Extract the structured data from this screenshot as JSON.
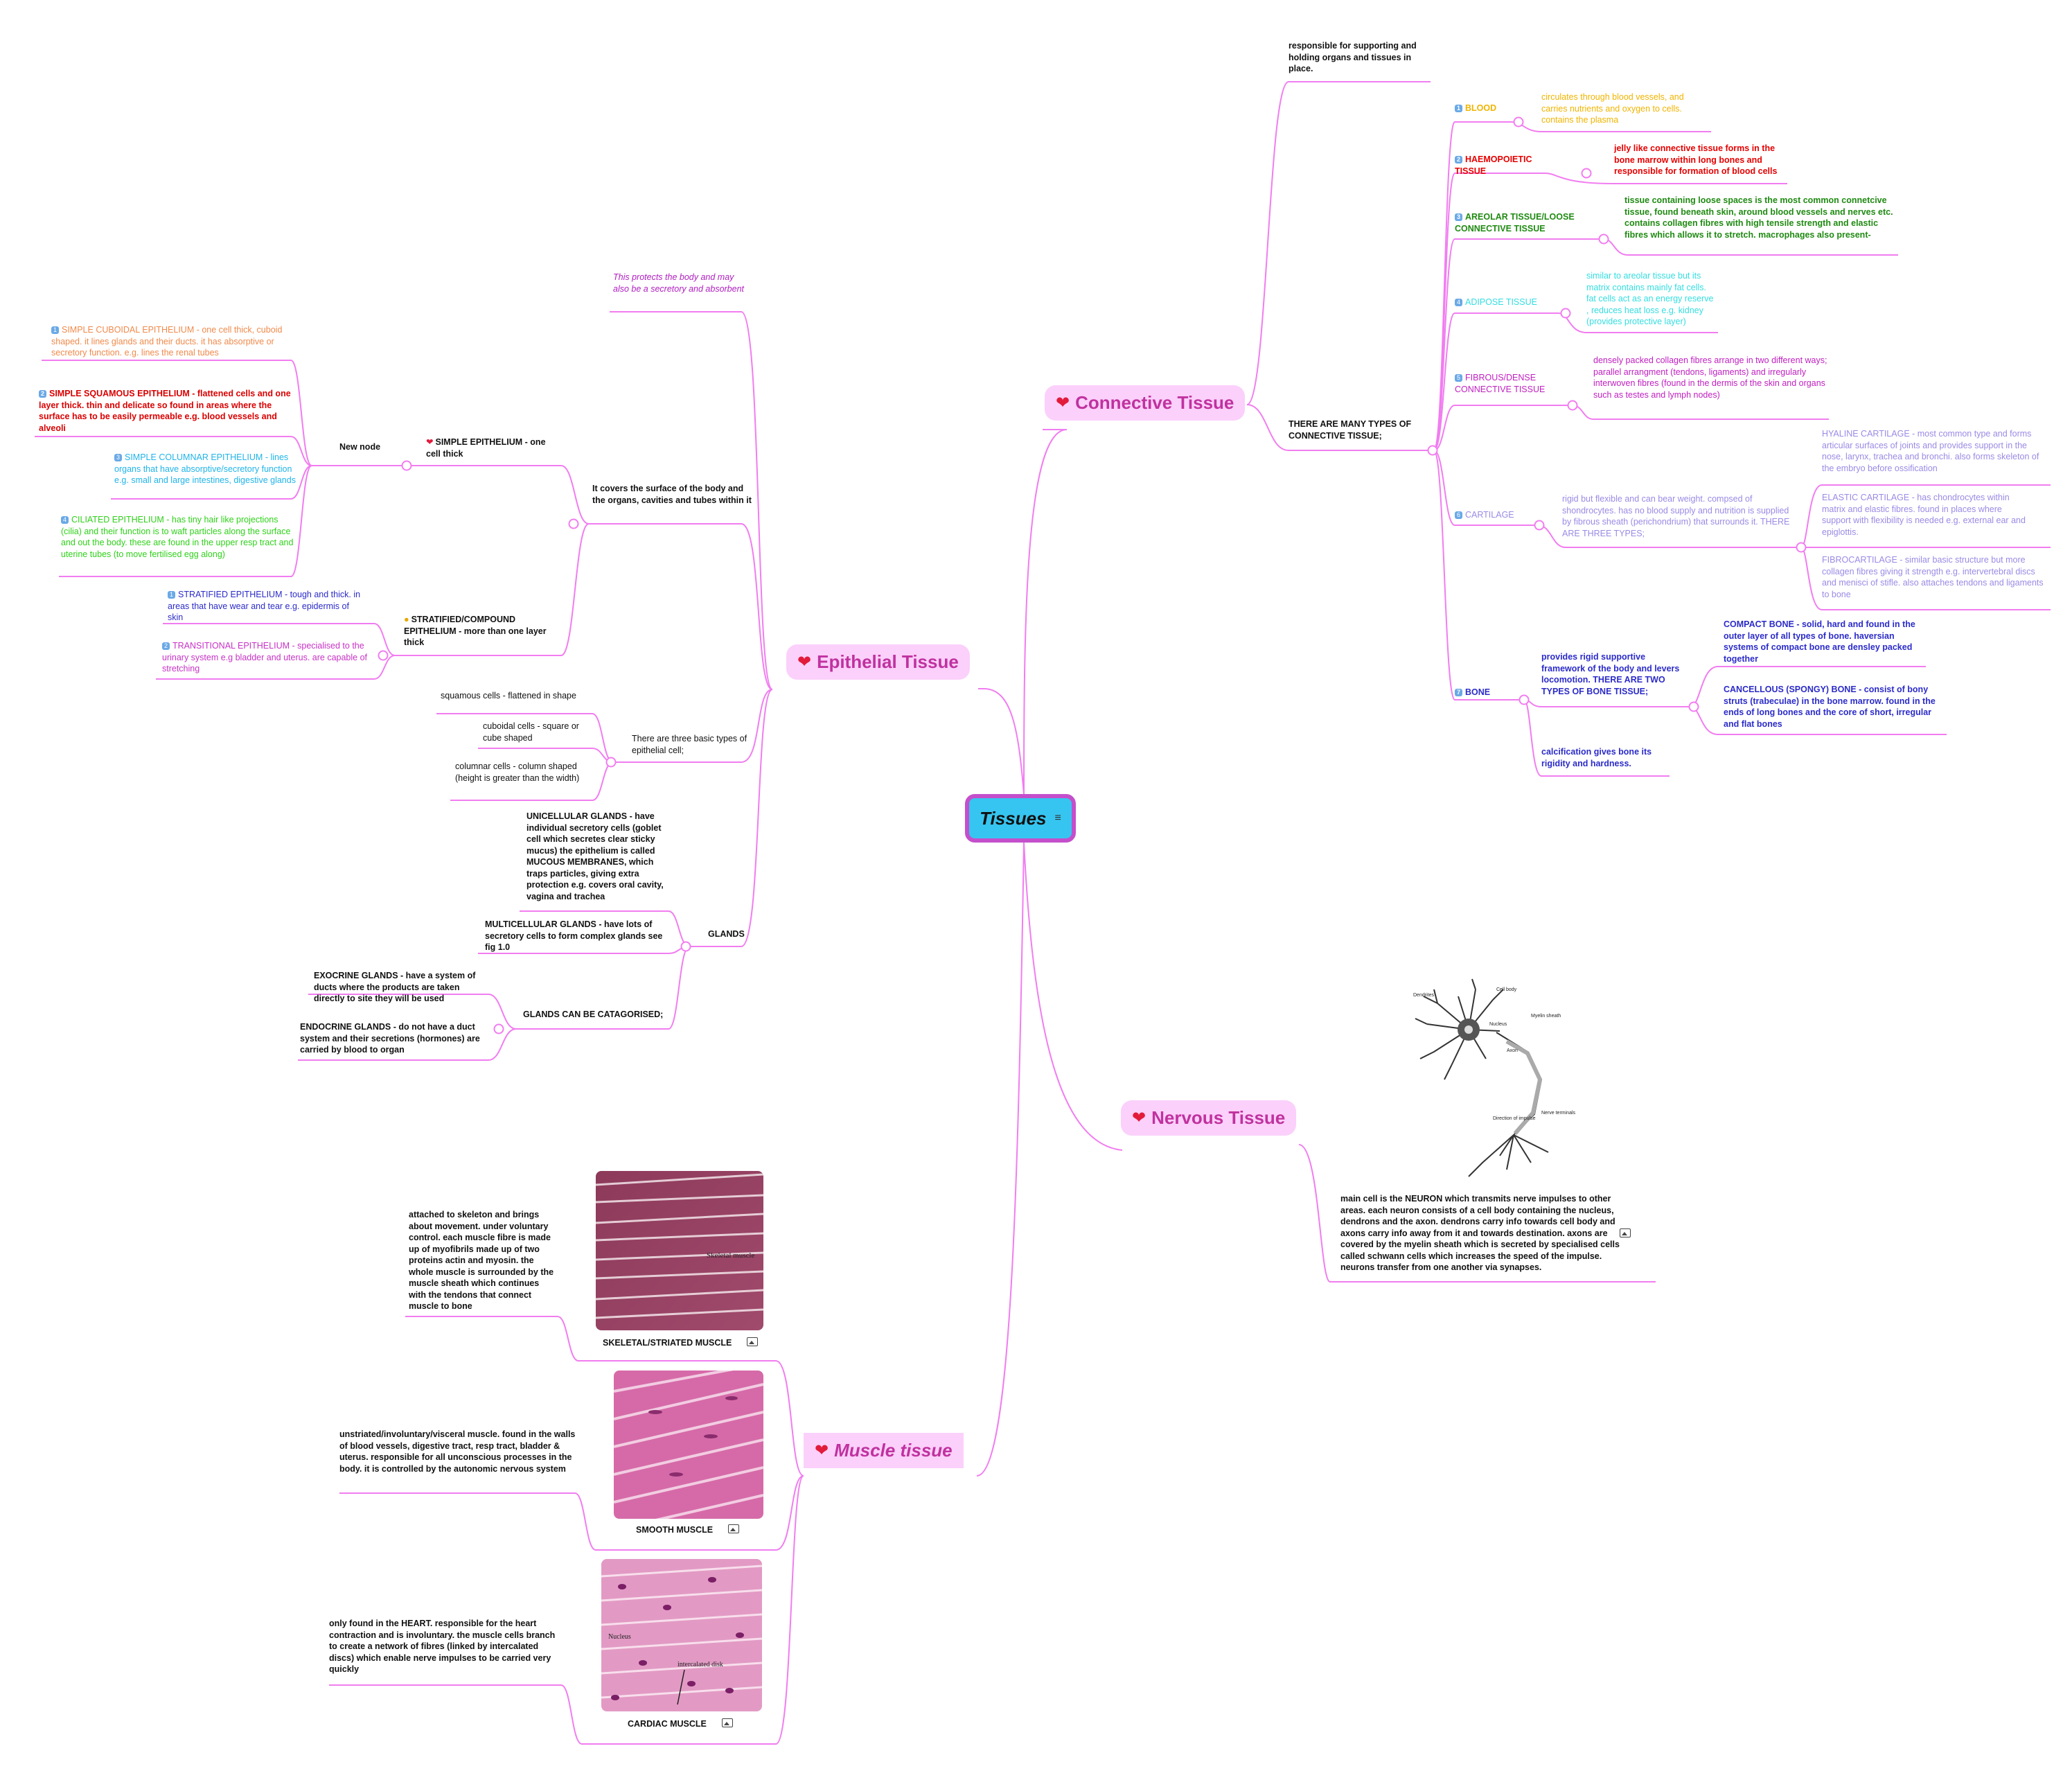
{
  "root": {
    "label": "Tissues"
  },
  "connective": {
    "title": "Connective Tissue",
    "intro": "responsible for supporting and holding organs and tissues in place.",
    "types_label": "THERE ARE MANY TYPES OF CONNECTIVE TISSUE;",
    "blood": {
      "label": "BLOOD",
      "desc": "circulates through blood vessels, and carries nutrients and oxygen to cells. contains the plasma"
    },
    "haemo": {
      "label": "HAEMOPOIETIC TISSUE",
      "desc": "jelly like connective tissue forms in the bone marrow within long bones and responsible for formation of blood cells"
    },
    "areolar": {
      "label": "AREOLAR TISSUE/LOOSE CONNECTIVE TISSUE",
      "desc": "tissue containing loose spaces is the most common connetcive tissue, found beneath skin, around blood vessels and nerves etc. contains collagen fibres with high tensile strength and elastic fibres which allows it to stretch. macrophages also present-"
    },
    "adipose": {
      "label": "ADIPOSE TISSUE",
      "desc": "similar to areolar tissue but its matrix contains mainly fat cells. fat cells act as an energy reserve , reduces heat loss e.g. kidney (provides protective layer)"
    },
    "fibrous": {
      "label": "FIBROUS/DENSE CONNECTIVE TISSUE",
      "desc": "densely packed collagen fibres arrange in two different ways; parallel arrangment (tendons, ligaments) and irregularly interwoven fibres (found in the dermis of the skin and organs such as testes and lymph nodes)"
    },
    "cartilage": {
      "label": "CARTILAGE",
      "desc": "rigid but flexible and can bear weight. compsed of shondrocytes. has no blood supply and nutrition is supplied by fibrous sheath (perichondrium) that surrounds it. THERE ARE THREE TYPES;",
      "hyaline": "HYALINE CARTILAGE - most common type and forms articular surfaces of joints and provides support in the nose, larynx, trachea and bronchi. also forms skeleton of the embryo before ossification",
      "elastic": "ELASTIC CARTILAGE - has chondrocytes within matrix and elastic fibres. found in places where support with flexibility is needed e.g. external ear and epiglottis.",
      "fibro": "FIBROCARTILAGE - similar basic structure but more collagen fibres giving it strength e.g. intervertebral discs and menisci of stifle. also attaches tendons and ligaments to bone"
    },
    "bone": {
      "label": "BONE",
      "desc": "provides rigid supportive framework of the body and levers locomotion. THERE ARE TWO TYPES OF BONE TISSUE;",
      "compact": "COMPACT BONE - solid, hard and found in the outer layer of all types of bone. haversian systems of compact bone are densley packed together",
      "cancellous": "CANCELLOUS (SPONGY) BONE - consist of bony struts (trabeculae) in the bone marrow. found in the ends of long bones and the core of short, irregular and flat bones",
      "calc": "calcification gives bone its rigidity and hardness."
    }
  },
  "epithelial": {
    "title": "Epithelial Tissue",
    "protects": "This protects the body and may also be a secretory and absorbent",
    "covers": "It covers the surface of the body and the organs, cavities and tubes within it",
    "simple": "SIMPLE EPITHELIUM - one cell thick",
    "new_node": "New node",
    "cuboidal": "SIMPLE CUBOIDAL EPITHELIUM - one cell thick, cuboid shaped. it lines glands and their ducts. it has absorptive or secretory function. e.g. lines the renal tubes",
    "squamous": "SIMPLE SQUAMOUS EPITHELIUM - flattened cells and one layer thick. thin and delicate so found in areas where the surface has to be easily permeable e.g. blood vessels and alveoli",
    "columnar": "SIMPLE COLUMNAR EPITHELIUM - lines organs that have absorptive/secretory function e.g. small and large intestines, digestive glands",
    "ciliated": "CILIATED EPITHELIUM - has tiny hair like projections (cilia) and their function is to waft particles along the surface and out the body. these are found in the upper resp tract and uterine tubes (to move fertilised egg along)",
    "stratified": "STRATIFIED/COMPOUND EPITHELIUM - more than one layer thick",
    "strat_tough": "STRATIFIED EPITHELIUM - tough and thick. in areas that have wear and tear e.g. epidermis of skin",
    "transitional": "TRANSITIONAL EPITHELIUM - specialised to the urinary system e.g bladder and uterus. are capable of stretching",
    "three_types": "There are three basic types of epithelial cell;",
    "sq_cells": "squamous cells - flattened in shape",
    "cub_cells": "cuboidal cells - square or cube shaped",
    "col_cells": "columnar cells - column shaped (height is greater than the width)",
    "glands": "GLANDS",
    "unicellular": "UNICELLULAR GLANDS - have individual secretory cells (goblet cell which secretes clear sticky mucus) the epithelium is called MUCOUS MEMBRANES, which traps particles, giving extra protection e.g. covers oral cavity, vagina and trachea",
    "multicellular": "MULTICELLULAR GLANDS - have lots of secretory cells to form complex glands see fig 1.0",
    "categorised": "GLANDS CAN BE CATAGORISED;",
    "exocrine": "EXOCRINE GLANDS - have a system of ducts where the products  are taken directly to site they will be used",
    "endocrine": "ENDOCRINE GLANDS - do not have a duct system and their secretions (hormones) are carried by blood to organ"
  },
  "nervous": {
    "title": "Nervous Tissue",
    "desc": "main cell is the NEURON which transmits nerve impulses to other areas. each neuron consists of a cell body containing the nucleus, dendrons and the axon. dendrons carry info towards cell body and axons carry info away from it and towards destination. axons are covered by the myelin sheath which is secreted by specialised cells called schwann cells which increases the speed of the impulse. neurons transfer from one another via synapses.",
    "diagram_labels": [
      "Dendrites",
      "Cell body",
      "Nucleus",
      "Myelin sheath",
      "Axon",
      "Direction of impulse",
      "Nerve terminals"
    ]
  },
  "muscle": {
    "title": "Muscle tissue",
    "skeletal": "SKELETAL/STRIATED MUSCLE",
    "skeletal_desc": "attached to skeleton and brings about movement. under voluntary control. each muscle fibre is made up of myofibrils made up of two proteins actin and myosin. the whole muscle is surrounded by the muscle sheath which continues with the tendons that connect muscle to bone",
    "skeletal_img_label": "Skeletal muscle",
    "smooth": "SMOOTH MUSCLE",
    "smooth_desc": "unstriated/involuntary/visceral muscle. found in the walls of blood vessels, digestive tract, resp tract, bladder & uterus. responsible for all unconscious processes in the body. it is controlled by the autonomic nervous system",
    "cardiac": "CARDIAC MUSCLE",
    "cardiac_desc": "only found in the HEART. responsible for the heart contraction and is involuntary. the muscle cells branch to create a network of fibres (linked by intercalated discs) which enable nerve impulses to be carried very quickly",
    "cardiac_img_labels": [
      "Nucleus",
      "intercalated disk"
    ]
  },
  "colors": {
    "line": "#f17df0",
    "root_fill": "#36c5f0",
    "root_border": "#c44fcb",
    "main_fill": "#fbd0fb",
    "main_text": "#c0329f"
  }
}
